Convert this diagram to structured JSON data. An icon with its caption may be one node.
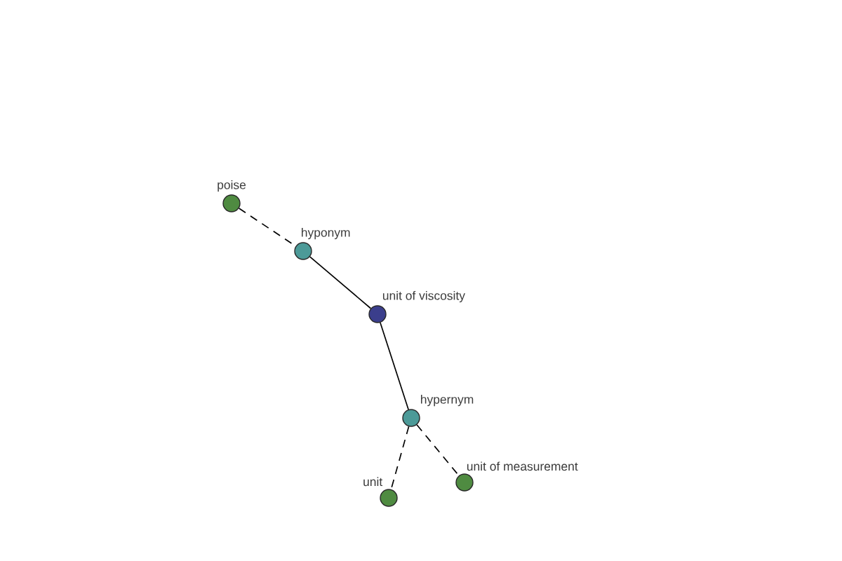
{
  "diagram": {
    "nodes": [
      {
        "text": [
          "poise"
        ]
      },
      {
        "text": [
          "hyponym"
        ]
      },
      {
        "text": [
          "unit of viscosity"
        ]
      },
      {
        "text": [
          "hypernym"
        ]
      },
      {
        "text": [
          "unit of measurement"
        ]
      },
      {
        "text": [
          "unit"
        ]
      }
    ],
    "edges": [
      {
        "from": 0,
        "to": 1,
        "arrow": "none",
        "style": "dashed"
      },
      {
        "from": 1,
        "to": 2,
        "arrow": "none"
      },
      {
        "from": 2,
        "to": 3,
        "arrow": "none"
      },
      {
        "from": 3,
        "to": 5,
        "arrow": "none",
        "style": "dashed"
      },
      {
        "from": 3,
        "to": 4,
        "arrow": "none",
        "style": "dashed"
      }
    ]
  }
}
